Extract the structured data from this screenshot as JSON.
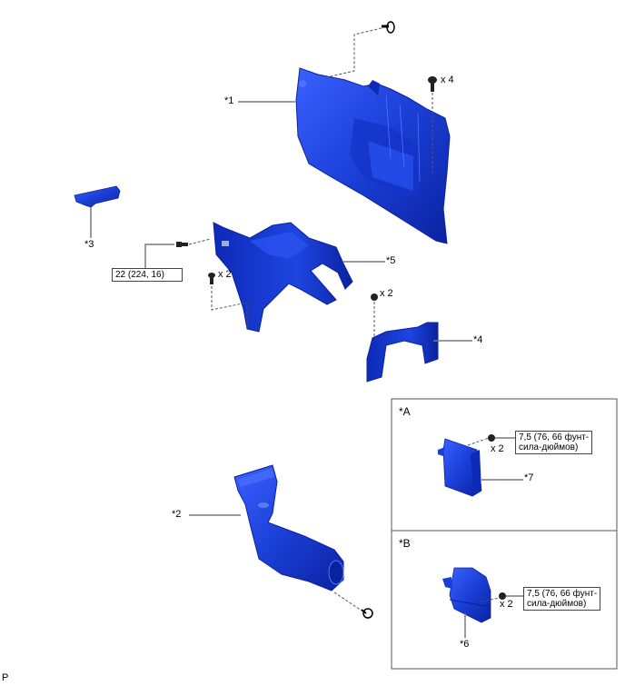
{
  "diagram": {
    "parts": [
      {
        "id": "1",
        "label": "*1"
      },
      {
        "id": "2",
        "label": "*2"
      },
      {
        "id": "3",
        "label": "*3"
      },
      {
        "id": "4",
        "label": "*4"
      },
      {
        "id": "5",
        "label": "*5"
      },
      {
        "id": "6",
        "label": "*6"
      },
      {
        "id": "7",
        "label": "*7"
      }
    ],
    "quantities": {
      "screw_top": "x 4",
      "bolt_mid_left": "x 2",
      "nut_mid_right": "x 2",
      "nut_inset_a": "x 2",
      "nut_inset_b": "x 2"
    },
    "torque": {
      "bracket_bolt": "22 (224, 16)",
      "inset_a_line1": "7,5 (76, 66 фунт-",
      "inset_a_line2": "сила-дюймов)",
      "inset_b_line1": "7,5 (76, 66 фунт-",
      "inset_b_line2": "сила-дюймов)"
    },
    "insets": [
      {
        "id": "A",
        "label": "*A"
      },
      {
        "id": "B",
        "label": "*B"
      }
    ],
    "footer_code": "P",
    "colors": {
      "part_fill": "#1a3fd6",
      "part_dark": "#0b22a0",
      "part_light": "#4d74ff",
      "leader": "#7a7a7a",
      "dashed": "#555555"
    }
  }
}
